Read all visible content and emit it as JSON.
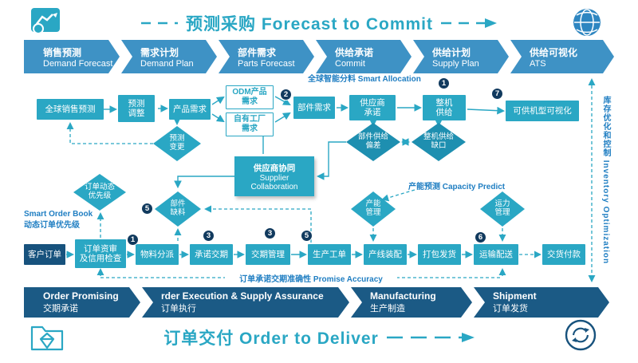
{
  "colors": {
    "teal": "#2AA7C4",
    "chevron_blue": "#3E92C5",
    "navy": "#1B5A85",
    "box_navy": "#17527D",
    "badge_navy": "#113A5E",
    "label_blue": "#1F7EC2"
  },
  "header": {
    "title": "预测采购 Forecast to Commit"
  },
  "top_chevrons": [
    {
      "zh": "销售预测",
      "en": "Demand Forecast"
    },
    {
      "zh": "需求计划",
      "en": "Demand Plan"
    },
    {
      "zh": "部件需求",
      "en": "Parts  Forecast"
    },
    {
      "zh": "供给承诺",
      "en": "Commit"
    },
    {
      "zh": "供给计划",
      "en": "Supply Plan"
    },
    {
      "zh": "供给可视化",
      "en": "ATS"
    }
  ],
  "mid": {
    "smart_allocation": "全球智能分料 Smart Allocation",
    "gsf": "全球销售预测",
    "adj": "预测调整",
    "pd": "产品需求",
    "odm": "ODM产品需求",
    "own": "自有工厂需求",
    "parts": "部件需求",
    "supc": "供应商承诺",
    "ms": "整机供给",
    "mv": "可供机型可视化",
    "fc": "预测变更",
    "psd": "部件供给偏差",
    "msg": "整机供给缺口",
    "collab_zh": "供应商协同",
    "collab_en1": "Supplier",
    "collab_en2": "Collaboration",
    "op": "订单动态优先级",
    "sob1": "Smart Order Book",
    "sob2": "动态订单优先级",
    "shortage": "部件缺料",
    "cap": "产能管理",
    "cap_predict": "产能预测 Capacity Predict",
    "trans": "运力管理"
  },
  "badges": {
    "n1": "1",
    "n2": "2",
    "n3": "3",
    "n5": "5",
    "n6": "6",
    "n7": "7"
  },
  "flow": {
    "cust": "客户订单",
    "credit1": "订单资审",
    "credit2": "及信用检查",
    "mat": "物料分派",
    "prom": "承诺交期",
    "dm": "交期管理",
    "wo": "生产工单",
    "asm": "产线装配",
    "pack": "打包发货",
    "trs": "运输配送",
    "pay": "交货付款",
    "promise_accuracy": "订单承诺交期准确性 Promise Accuracy"
  },
  "bottom_chevrons": [
    {
      "en": "Order  Promising",
      "zh": "交期承诺"
    },
    {
      "en": "rder Execution & Supply Assurance",
      "zh": "订单执行"
    },
    {
      "en": "Manufacturing",
      "zh": "生产制造"
    },
    {
      "en": "Shipment",
      "zh": "订单发货"
    }
  ],
  "footer": {
    "title": "订单交付 Order to Deliver"
  },
  "right_rail": {
    "label": "库存优化和控制 Inventory Optimization"
  }
}
